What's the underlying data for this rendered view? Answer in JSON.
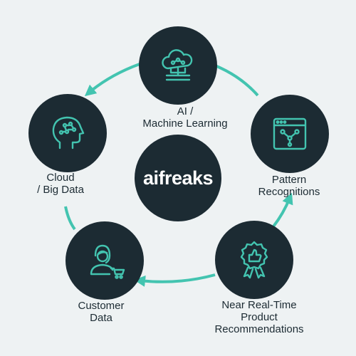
{
  "colors": {
    "node_fill": "#1c2b33",
    "accent": "#43c4b0",
    "background": "#eef2f3",
    "text": "#1c2b33"
  },
  "center": {
    "label": "aifreaks"
  },
  "nodes": [
    {
      "label": "AI /\nMachine Learning",
      "icon": "cloud-network-icon"
    },
    {
      "label": "Pattern\nRecognitions",
      "icon": "flowchart-window-icon"
    },
    {
      "label": "Near Real-Time\nProduct\nRecommendations",
      "icon": "thumbs-up-badge-icon"
    },
    {
      "label": "Customer\nData",
      "icon": "customer-cart-icon"
    },
    {
      "label": "Cloud\n/ Big Data",
      "icon": "brain-head-icon"
    }
  ]
}
